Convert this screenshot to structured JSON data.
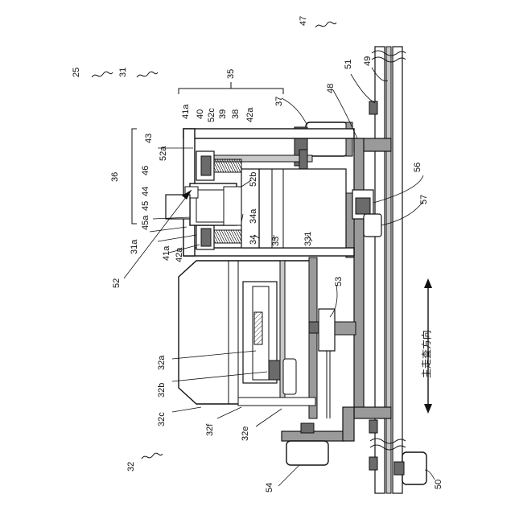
{
  "figure": {
    "direction_text": "主走査方向",
    "labels": [
      "25",
      "31",
      "35",
      "47",
      "36",
      "43",
      "41a",
      "40",
      "52c",
      "39",
      "38",
      "42a",
      "37",
      "48",
      "51",
      "49",
      "52a",
      "46",
      "44",
      "45a",
      "45",
      "52b",
      "31a",
      "34a",
      "41a",
      "42a",
      "34",
      "33",
      "331",
      "56",
      "57",
      "52",
      "53",
      "32a",
      "32b",
      "32c",
      "32f",
      "32e",
      "32",
      "54",
      "50"
    ]
  }
}
